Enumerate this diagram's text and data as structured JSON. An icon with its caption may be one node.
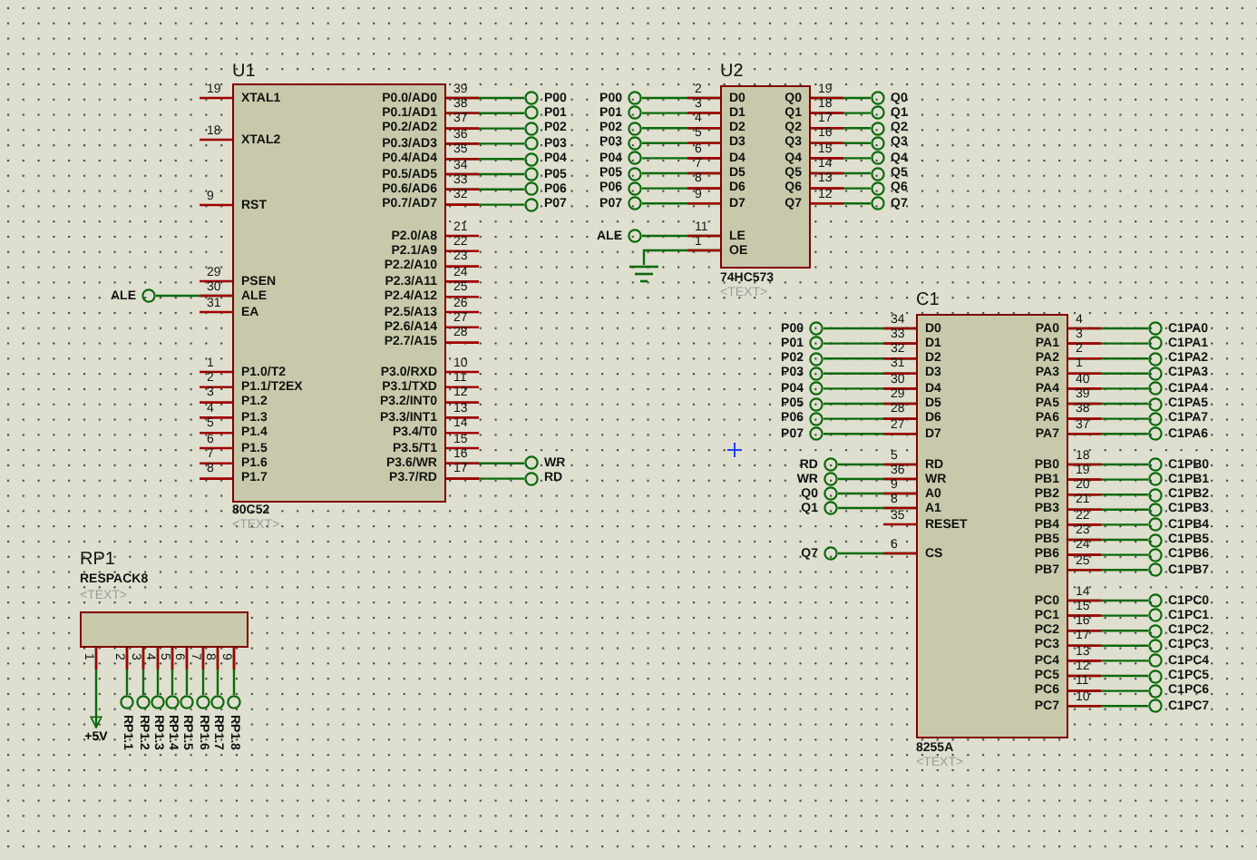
{
  "diagram": {
    "nodes": [
      {
        "text": [
          "XTAL1",
          "XTAL2",
          "RST",
          "PSEN",
          "ALE",
          "EA",
          "P1.0/T2",
          "P1.1/T2EX",
          "P1.2",
          "P1.3",
          "P1.4",
          "P1.5",
          "P1.6",
          "P1.7",
          "P0.0/AD0",
          "P0.1/AD1",
          "P0.2/AD2",
          "P0.3/AD3",
          "P0.4/AD4",
          "P0.5/AD5",
          "P0.6/AD6",
          "P0.7/AD7",
          "P2.0/A8",
          "P2.1/A9",
          "P2.2/A10",
          "P2.3/A11",
          "P2.4/A12",
          "P2.5/A13",
          "P2.6/A14",
          "P2.7/A15",
          "P3.0/RXD",
          "P3.1/TXD",
          "P3.2/INT0",
          "P3.3/INT1",
          "P3.4/T0",
          "P3.5/T1",
          "P3.6/WR",
          "P3.7/RD"
        ],
        "beside": [
          "U1",
          "80C52",
          "<TEXT>",
          "19",
          "18",
          "9",
          "29",
          "30",
          "31",
          "1",
          "2",
          "3",
          "4",
          "5",
          "6",
          "7",
          "8",
          "39",
          "38",
          "37",
          "36",
          "35",
          "34",
          "33",
          "32",
          "21",
          "22",
          "23",
          "24",
          "25",
          "26",
          "27",
          "28",
          "10",
          "11",
          "12",
          "13",
          "14",
          "15",
          "16",
          "17"
        ]
      },
      {
        "text": [
          "ALE"
        ]
      },
      {
        "text": [
          "P00"
        ]
      },
      {
        "text": [
          "P01"
        ]
      },
      {
        "text": [
          "P02"
        ]
      },
      {
        "text": [
          "P03"
        ]
      },
      {
        "text": [
          "P04"
        ]
      },
      {
        "text": [
          "P05"
        ]
      },
      {
        "text": [
          "P06"
        ]
      },
      {
        "text": [
          "P07"
        ]
      },
      {
        "text": [
          "WR"
        ]
      },
      {
        "text": [
          "RD"
        ]
      },
      {
        "text": [
          "D0",
          "D1",
          "D2",
          "D3",
          "D4",
          "D5",
          "D6",
          "D7",
          "LE",
          "OE",
          "Q0",
          "Q1",
          "Q2",
          "Q3",
          "Q4",
          "Q5",
          "Q6",
          "Q7"
        ],
        "beside": [
          "U2",
          "74HC573",
          "<TEXT>",
          "2",
          "3",
          "4",
          "5",
          "6",
          "7",
          "8",
          "9",
          "11",
          "1",
          "19",
          "18",
          "17",
          "16",
          "15",
          "14",
          "13",
          "12"
        ]
      },
      {
        "text": [
          "P00"
        ]
      },
      {
        "text": [
          "P01"
        ]
      },
      {
        "text": [
          "P02"
        ]
      },
      {
        "text": [
          "P03"
        ]
      },
      {
        "text": [
          "P04"
        ]
      },
      {
        "text": [
          "P05"
        ]
      },
      {
        "text": [
          "P06"
        ]
      },
      {
        "text": [
          "P07"
        ]
      },
      {
        "text": [
          "ALE"
        ]
      },
      {
        "text": [],
        "shape": "ground"
      },
      {
        "text": [
          "Q0"
        ]
      },
      {
        "text": [
          "Q1"
        ]
      },
      {
        "text": [
          "Q2"
        ]
      },
      {
        "text": [
          "Q3"
        ]
      },
      {
        "text": [
          "Q4"
        ]
      },
      {
        "text": [
          "Q5"
        ]
      },
      {
        "text": [
          "Q6"
        ]
      },
      {
        "text": [
          "Q7"
        ]
      },
      {
        "text": [
          "D0",
          "D1",
          "D2",
          "D3",
          "D4",
          "D5",
          "D6",
          "D7",
          "RD",
          "WR",
          "A0",
          "A1",
          "RESET",
          "CS",
          "PA0",
          "PA1",
          "PA2",
          "PA3",
          "PA4",
          "PA5",
          "PA6",
          "PA7",
          "PB0",
          "PB1",
          "PB2",
          "PB3",
          "PB4",
          "PB5",
          "PB6",
          "PB7",
          "PC0",
          "PC1",
          "PC2",
          "PC3",
          "PC4",
          "PC5",
          "PC6",
          "PC7"
        ],
        "beside": [
          "C1",
          "8255A",
          "<TEXT>",
          "34",
          "33",
          "32",
          "31",
          "30",
          "29",
          "28",
          "27",
          "5",
          "36",
          "9",
          "8",
          "35",
          "6",
          "4",
          "3",
          "2",
          "1",
          "40",
          "39",
          "38",
          "37",
          "18",
          "19",
          "20",
          "21",
          "22",
          "23",
          "24",
          "25",
          "14",
          "15",
          "16",
          "17",
          "13",
          "12",
          "11",
          "10"
        ]
      },
      {
        "text": [
          "P00"
        ]
      },
      {
        "text": [
          "P01"
        ]
      },
      {
        "text": [
          "P02"
        ]
      },
      {
        "text": [
          "P03"
        ]
      },
      {
        "text": [
          "P04"
        ]
      },
      {
        "text": [
          "P05"
        ]
      },
      {
        "text": [
          "P06"
        ]
      },
      {
        "text": [
          "P07"
        ]
      },
      {
        "text": [
          "RD"
        ]
      },
      {
        "text": [
          "WR"
        ]
      },
      {
        "text": [
          "Q0"
        ]
      },
      {
        "text": [
          "Q1"
        ]
      },
      {
        "text": [
          "Q7"
        ]
      },
      {
        "text": [
          "C1PA0"
        ]
      },
      {
        "text": [
          "C1PA1"
        ]
      },
      {
        "text": [
          "C1PA2"
        ]
      },
      {
        "text": [
          "C1PA3"
        ]
      },
      {
        "text": [
          "C1PA4"
        ]
      },
      {
        "text": [
          "C1PA5"
        ]
      },
      {
        "text": [
          "C1PA7"
        ]
      },
      {
        "text": [
          "C1PA6"
        ]
      },
      {
        "text": [
          "C1PB0"
        ]
      },
      {
        "text": [
          "C1PB1"
        ]
      },
      {
        "text": [
          "C1PB2"
        ]
      },
      {
        "text": [
          "C1PB3"
        ]
      },
      {
        "text": [
          "C1PB4"
        ]
      },
      {
        "text": [
          "C1PB5"
        ]
      },
      {
        "text": [
          "C1PB6"
        ]
      },
      {
        "text": [
          "C1PB7"
        ]
      },
      {
        "text": [
          "C1PC0"
        ]
      },
      {
        "text": [
          "C1PC1"
        ]
      },
      {
        "text": [
          "C1PC2"
        ]
      },
      {
        "text": [
          "C1PC3"
        ]
      },
      {
        "text": [
          "C1PC4"
        ]
      },
      {
        "text": [
          "C1PC5"
        ]
      },
      {
        "text": [
          "C1PC6"
        ]
      },
      {
        "text": [
          "C1PC7"
        ]
      },
      {
        "text": [],
        "shape": "box",
        "beside": [
          "RP1",
          "RESPACK8",
          "<TEXT>",
          "1",
          "2",
          "3",
          "4",
          "5",
          "6",
          "7",
          "8",
          "9"
        ]
      },
      {
        "text": [
          "+5V"
        ]
      },
      {
        "text": [
          "RP1.1"
        ]
      },
      {
        "text": [
          "RP1.2"
        ]
      },
      {
        "text": [
          "RP1.3"
        ]
      },
      {
        "text": [
          "RP1.4"
        ]
      },
      {
        "text": [
          "RP1.5"
        ]
      },
      {
        "text": [
          "RP1.6"
        ]
      },
      {
        "text": [
          "RP1.7"
        ]
      },
      {
        "text": [
          "RP1.8"
        ]
      }
    ],
    "edges": [
      {
        "from": 0,
        "to": 1,
        "arrow": "none"
      },
      {
        "from": 0,
        "to": 2,
        "arrow": "none"
      },
      {
        "from": 0,
        "to": 3,
        "arrow": "none"
      },
      {
        "from": 0,
        "to": 4,
        "arrow": "none"
      },
      {
        "from": 0,
        "to": 5,
        "arrow": "none"
      },
      {
        "from": 0,
        "to": 6,
        "arrow": "none"
      },
      {
        "from": 0,
        "to": 7,
        "arrow": "none"
      },
      {
        "from": 0,
        "to": 8,
        "arrow": "none"
      },
      {
        "from": 0,
        "to": 9,
        "arrow": "none"
      },
      {
        "from": 0,
        "to": 10,
        "arrow": "none"
      },
      {
        "from": 0,
        "to": 11,
        "arrow": "none"
      },
      {
        "from": 12,
        "to": 13,
        "arrow": "none"
      },
      {
        "from": 12,
        "to": 14,
        "arrow": "none"
      },
      {
        "from": 12,
        "to": 15,
        "arrow": "none"
      },
      {
        "from": 12,
        "to": 16,
        "arrow": "none"
      },
      {
        "from": 12,
        "to": 17,
        "arrow": "none"
      },
      {
        "from": 12,
        "to": 18,
        "arrow": "none"
      },
      {
        "from": 12,
        "to": 19,
        "arrow": "none"
      },
      {
        "from": 12,
        "to": 20,
        "arrow": "none"
      },
      {
        "from": 12,
        "to": 21,
        "arrow": "none"
      },
      {
        "from": 12,
        "to": 22,
        "arrow": "none"
      },
      {
        "from": 12,
        "to": 23,
        "arrow": "none"
      },
      {
        "from": 12,
        "to": 24,
        "arrow": "none"
      },
      {
        "from": 12,
        "to": 25,
        "arrow": "none"
      },
      {
        "from": 12,
        "to": 26,
        "arrow": "none"
      },
      {
        "from": 12,
        "to": 27,
        "arrow": "none"
      },
      {
        "from": 12,
        "to": 28,
        "arrow": "none"
      },
      {
        "from": 12,
        "to": 29,
        "arrow": "none"
      },
      {
        "from": 12,
        "to": 30,
        "arrow": "none"
      },
      {
        "from": 31,
        "to": 32,
        "arrow": "none"
      },
      {
        "from": 31,
        "to": 33,
        "arrow": "none"
      },
      {
        "from": 31,
        "to": 34,
        "arrow": "none"
      },
      {
        "from": 31,
        "to": 35,
        "arrow": "none"
      },
      {
        "from": 31,
        "to": 36,
        "arrow": "none"
      },
      {
        "from": 31,
        "to": 37,
        "arrow": "none"
      },
      {
        "from": 31,
        "to": 38,
        "arrow": "none"
      },
      {
        "from": 31,
        "to": 39,
        "arrow": "none"
      },
      {
        "from": 31,
        "to": 40,
        "arrow": "none"
      },
      {
        "from": 31,
        "to": 41,
        "arrow": "none"
      },
      {
        "from": 31,
        "to": 42,
        "arrow": "none"
      },
      {
        "from": 31,
        "to": 43,
        "arrow": "none"
      },
      {
        "from": 31,
        "to": 44,
        "arrow": "none"
      },
      {
        "from": 31,
        "to": 45,
        "arrow": "none"
      },
      {
        "from": 31,
        "to": 46,
        "arrow": "none"
      },
      {
        "from": 31,
        "to": 47,
        "arrow": "none"
      },
      {
        "from": 31,
        "to": 48,
        "arrow": "none"
      },
      {
        "from": 31,
        "to": 49,
        "arrow": "none"
      },
      {
        "from": 31,
        "to": 50,
        "arrow": "none"
      },
      {
        "from": 31,
        "to": 51,
        "arrow": "none"
      },
      {
        "from": 31,
        "to": 52,
        "arrow": "none"
      },
      {
        "from": 31,
        "to": 53,
        "arrow": "none"
      },
      {
        "from": 31,
        "to": 54,
        "arrow": "none"
      },
      {
        "from": 31,
        "to": 55,
        "arrow": "none"
      },
      {
        "from": 31,
        "to": 56,
        "arrow": "none"
      },
      {
        "from": 31,
        "to": 57,
        "arrow": "none"
      },
      {
        "from": 31,
        "to": 58,
        "arrow": "none"
      },
      {
        "from": 31,
        "to": 59,
        "arrow": "none"
      },
      {
        "from": 31,
        "to": 60,
        "arrow": "none"
      },
      {
        "from": 31,
        "to": 61,
        "arrow": "none"
      },
      {
        "from": 31,
        "to": 62,
        "arrow": "none"
      },
      {
        "from": 31,
        "to": 63,
        "arrow": "none"
      },
      {
        "from": 31,
        "to": 64,
        "arrow": "none"
      },
      {
        "from": 31,
        "to": 65,
        "arrow": "none"
      },
      {
        "from": 31,
        "to": 66,
        "arrow": "none"
      },
      {
        "from": 31,
        "to": 67,
        "arrow": "none"
      },
      {
        "from": 31,
        "to": 68,
        "arrow": "none"
      },
      {
        "from": 69,
        "to": 70,
        "arrow": "to"
      },
      {
        "from": 69,
        "to": 71,
        "arrow": "none"
      },
      {
        "from": 69,
        "to": 72,
        "arrow": "none"
      },
      {
        "from": 69,
        "to": 73,
        "arrow": "none"
      },
      {
        "from": 69,
        "to": 74,
        "arrow": "none"
      },
      {
        "from": 69,
        "to": 75,
        "arrow": "none"
      },
      {
        "from": 69,
        "to": 76,
        "arrow": "none"
      },
      {
        "from": 69,
        "to": 77,
        "arrow": "none"
      },
      {
        "from": 69,
        "to": 78,
        "arrow": "none"
      }
    ]
  }
}
